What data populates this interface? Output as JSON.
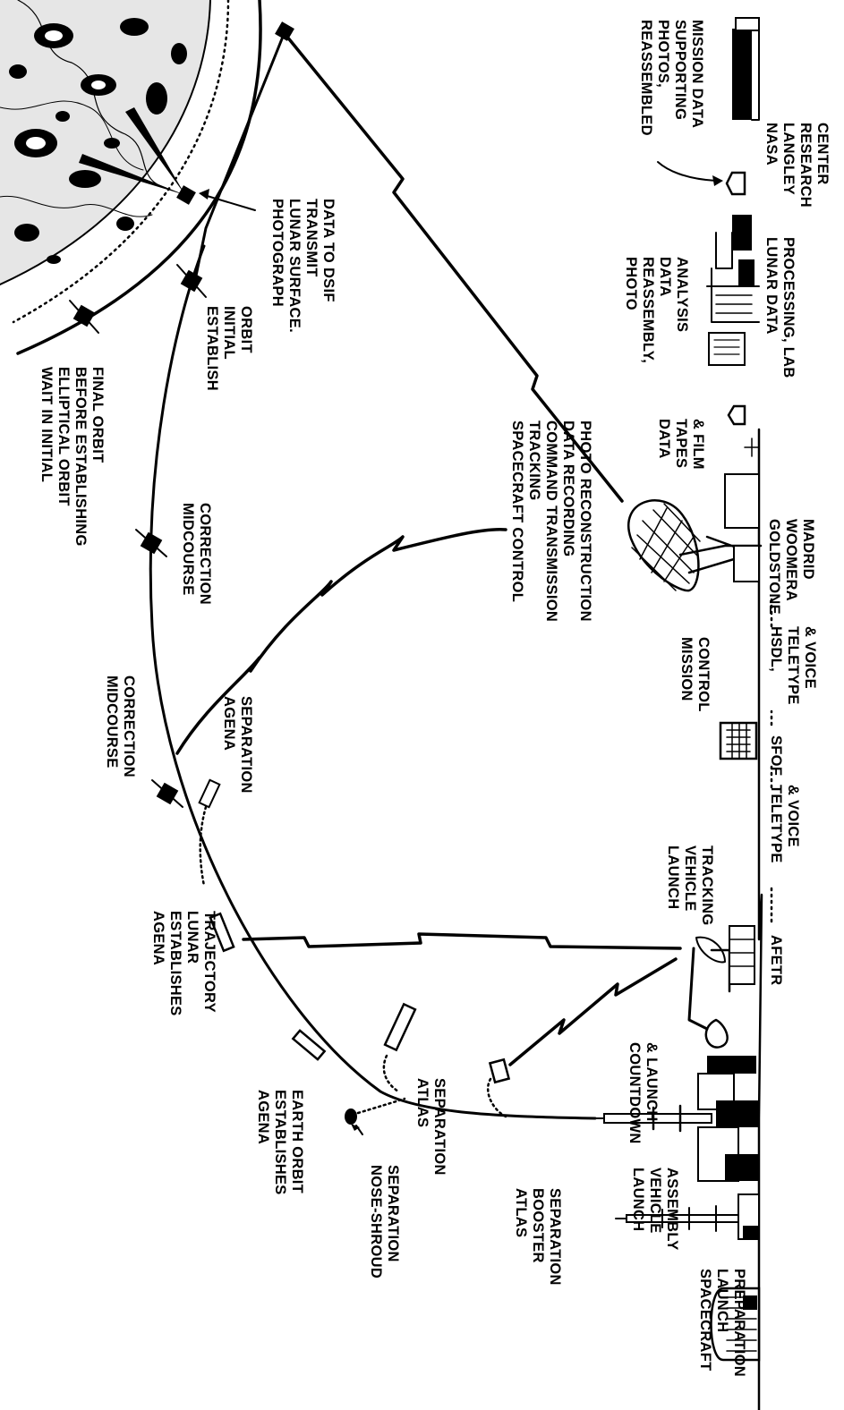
{
  "labels": {
    "wait_orbit": [
      "WAIT IN INITIAL",
      "ELLIPTICAL ORBIT",
      "BEFORE ESTABLISHING",
      "FINAL ORBIT"
    ],
    "establish_orbit": [
      "ESTABLISH",
      "INITIAL",
      "ORBIT"
    ],
    "photograph": [
      "PHOTOGRAPH",
      "LUNAR SURFACE.",
      "TRANSMIT",
      "DATA TO DSIF"
    ],
    "reassembled": [
      "REASSEMBLED",
      "PHOTOS,",
      "SUPPORTING",
      "MISSION DATA"
    ],
    "langley": [
      "NASA",
      "LANGLEY",
      "RESEARCH",
      "CENTER"
    ],
    "photo_reassembly": [
      "PHOTO",
      "REASSEMBLY,",
      "DATA",
      "ANALYSIS"
    ],
    "lunar_lab": [
      "LUNAR DATA",
      "PROCESSING, LAB"
    ],
    "data_tapes": [
      "DATA",
      "TAPES",
      "& FILM"
    ],
    "spacecraft_control": [
      "SPACECRAFT CONTROL",
      "TRACKING",
      "COMMAND TRANSMISSION",
      "DATA RECORDING",
      "PHOTO RECONSTRUCTION"
    ],
    "stations": [
      "GOLDSTONE",
      "WOOMERA",
      "MADRID"
    ],
    "midcourse_1": [
      "MIDCOURSE",
      "CORRECTION"
    ],
    "midcourse_2": [
      "MIDCOURSE",
      "CORRECTION"
    ],
    "agena_separation": [
      "AGENA",
      "SEPARATION"
    ],
    "mission_control": [
      "MISSION",
      "CONTROL"
    ],
    "hsdl": [
      "HSDL,",
      "TELETYPE",
      "& VOICE"
    ],
    "sfof": "SFOF",
    "teletype_voice": [
      "TELETYPE",
      "& VOICE"
    ],
    "afetr": "AFETR",
    "launch_tracking": [
      "LAUNCH",
      "VEHICLE",
      "TRACKING"
    ],
    "agena_lunar": [
      "AGENA",
      "ESTABLISHES",
      "LUNAR",
      "TRAJECTORY"
    ],
    "agena_earth": [
      "AGENA",
      "ESTABLISHES",
      "EARTH ORBIT"
    ],
    "atlas_separation": [
      "ATLAS",
      "SEPARATION"
    ],
    "countdown": [
      "COUNTDOWN",
      "& LAUNCH"
    ],
    "nose_shroud": [
      "NOSE-SHROUD",
      "SEPARATION"
    ],
    "atlas_booster": [
      "ATLAS",
      "BOOSTER",
      "SEPARATION"
    ],
    "launch_assembly": [
      "LAUNCH",
      "VEHICLE",
      "ASSEMBLY"
    ],
    "spacecraft_prep": [
      "SPACECRAFT",
      "LAUNCH",
      "PREPARATION"
    ]
  }
}
